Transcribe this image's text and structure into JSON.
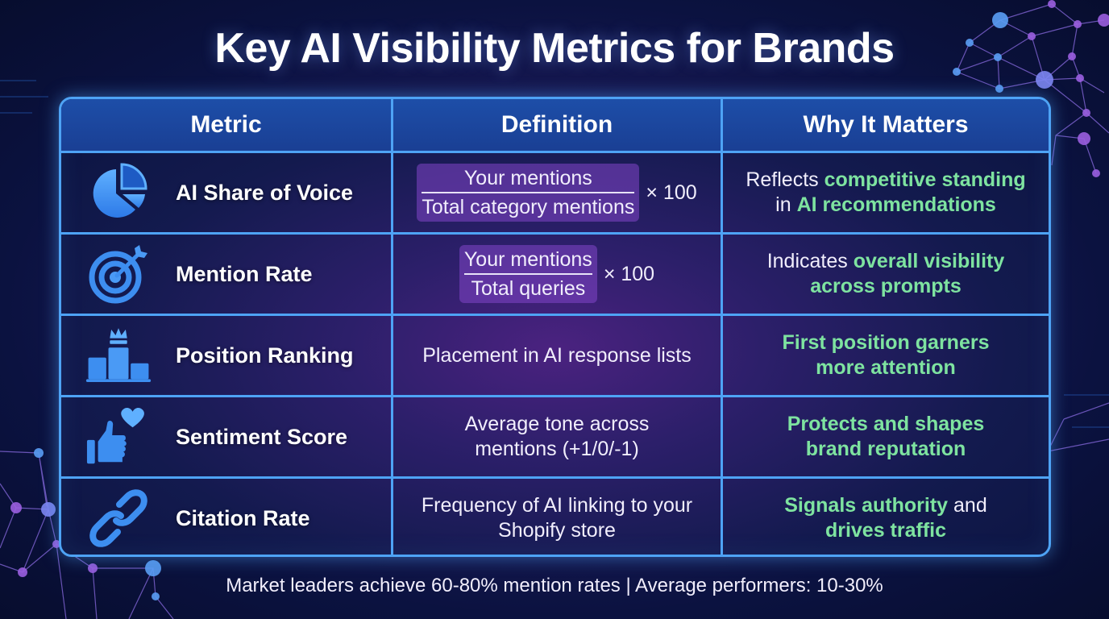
{
  "title": "Key AI Visibility Metrics for Brands",
  "colors": {
    "border": "#4ea3f5",
    "header_bg": "#1d4ea8",
    "highlight": "#7ee3a0",
    "icon": "#3d8ef0",
    "formula_bg": "#8246c8"
  },
  "table": {
    "headers": [
      "Metric",
      "Definition",
      "Why It Matters"
    ],
    "rows": [
      {
        "icon": "pie-chart-icon",
        "metric": "AI Share of Voice",
        "definition": {
          "type": "formula",
          "numerator": "Your mentions",
          "denominator": "Total category mentions",
          "multiplier": "× 100"
        },
        "why": [
          {
            "text": "Reflects ",
            "hl": false
          },
          {
            "text": "competitive standing",
            "hl": true
          },
          {
            "text": " in ",
            "hl": false
          },
          {
            "text": "AI recommendations",
            "hl": true
          }
        ],
        "why_line1": "Reflects ",
        "why_line1_hl": "competitive standing",
        "why_line2": "in ",
        "why_line2_hl": "AI recommendations"
      },
      {
        "icon": "target-icon",
        "metric": "Mention Rate",
        "definition": {
          "type": "formula",
          "numerator": "Your mentions",
          "denominator": "Total queries",
          "multiplier": "× 100"
        },
        "why_line1": "Indicates ",
        "why_line1_hl": "overall visibility",
        "why_line2_hl": "across prompts"
      },
      {
        "icon": "podium-crown-icon",
        "metric": "Position Ranking",
        "definition": {
          "type": "text",
          "text": "Placement in AI response lists"
        },
        "why_line1_hl": "First position garners",
        "why_line2_hl": "more attention"
      },
      {
        "icon": "thumbs-up-heart-icon",
        "metric": "Sentiment Score",
        "definition": {
          "type": "text",
          "line1": "Average tone across",
          "line2": "mentions (+1/0/-1)"
        },
        "why_line1_hl": "Protects and shapes",
        "why_line2_hl": "brand reputation"
      },
      {
        "icon": "link-icon",
        "metric": "Citation Rate",
        "definition": {
          "type": "text",
          "line1": "Frequency of AI linking to your",
          "line2": "Shopify store"
        },
        "why_line1_hl": "Signals authority",
        "why_line1_tail": " and",
        "why_line2_hl": "drives traffic"
      }
    ]
  },
  "footer": "Market leaders achieve 60-80% mention rates | Average performers: 10-30%"
}
